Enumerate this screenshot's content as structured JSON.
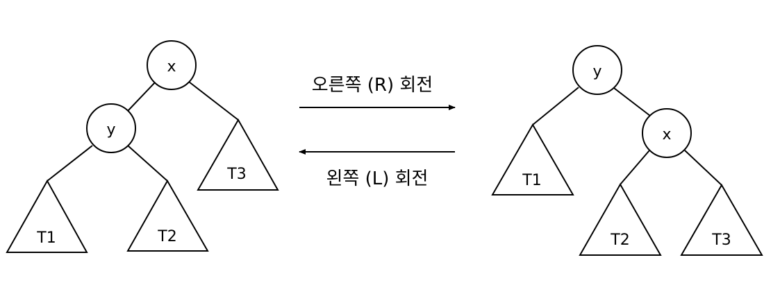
{
  "left_tree": {
    "root_label": "x",
    "child_label": "y",
    "subtree_labels": [
      "T1",
      "T2",
      "T3"
    ]
  },
  "right_tree": {
    "root_label": "y",
    "child_label": "x",
    "subtree_labels": [
      "T1",
      "T2",
      "T3"
    ]
  },
  "arrows": {
    "right_rotation_label": "오른쪽 (R) 회전",
    "left_rotation_label": "왼쪽 (L) 회전"
  },
  "colors": {
    "line": "#000000",
    "background": "#ffffff"
  }
}
